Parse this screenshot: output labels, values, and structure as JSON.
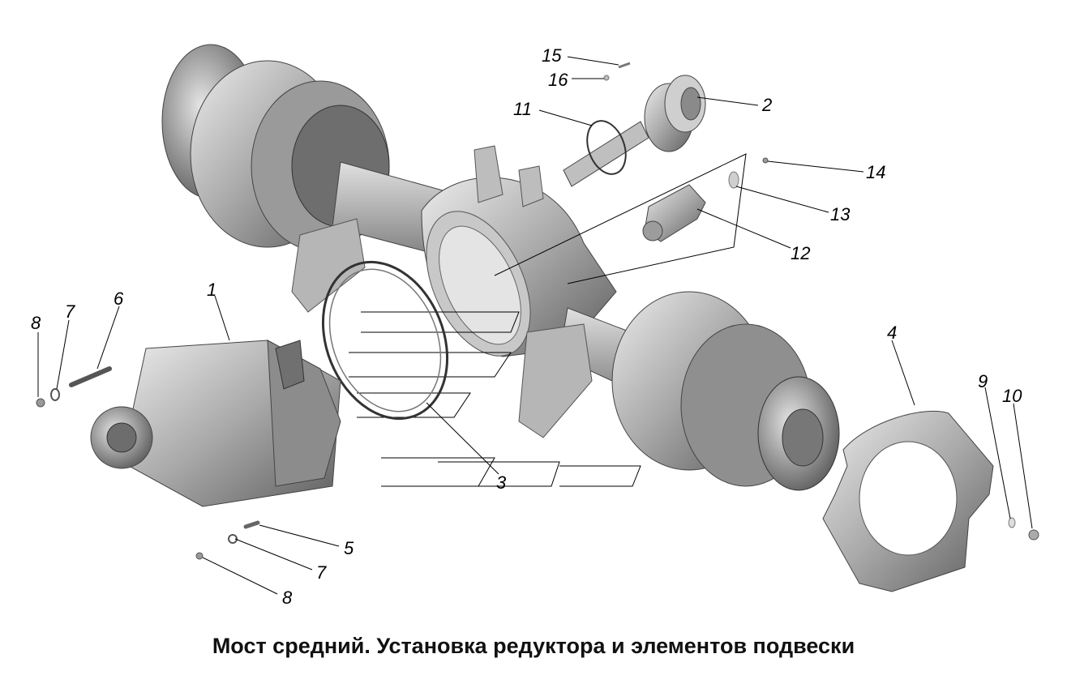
{
  "diagram": {
    "caption": "Мост средний. Установка редуктора и элементов подвески",
    "callouts": [
      "15",
      "16",
      "2",
      "11",
      "14",
      "13",
      "12",
      "1",
      "8",
      "7",
      "6",
      "4",
      "9",
      "10",
      "3",
      "5",
      "7",
      "8"
    ],
    "colors": {
      "metal_light": "#d6d6d6",
      "metal_mid": "#a9a9a9",
      "metal_dark": "#6e6e6e",
      "line": "#000000"
    }
  }
}
